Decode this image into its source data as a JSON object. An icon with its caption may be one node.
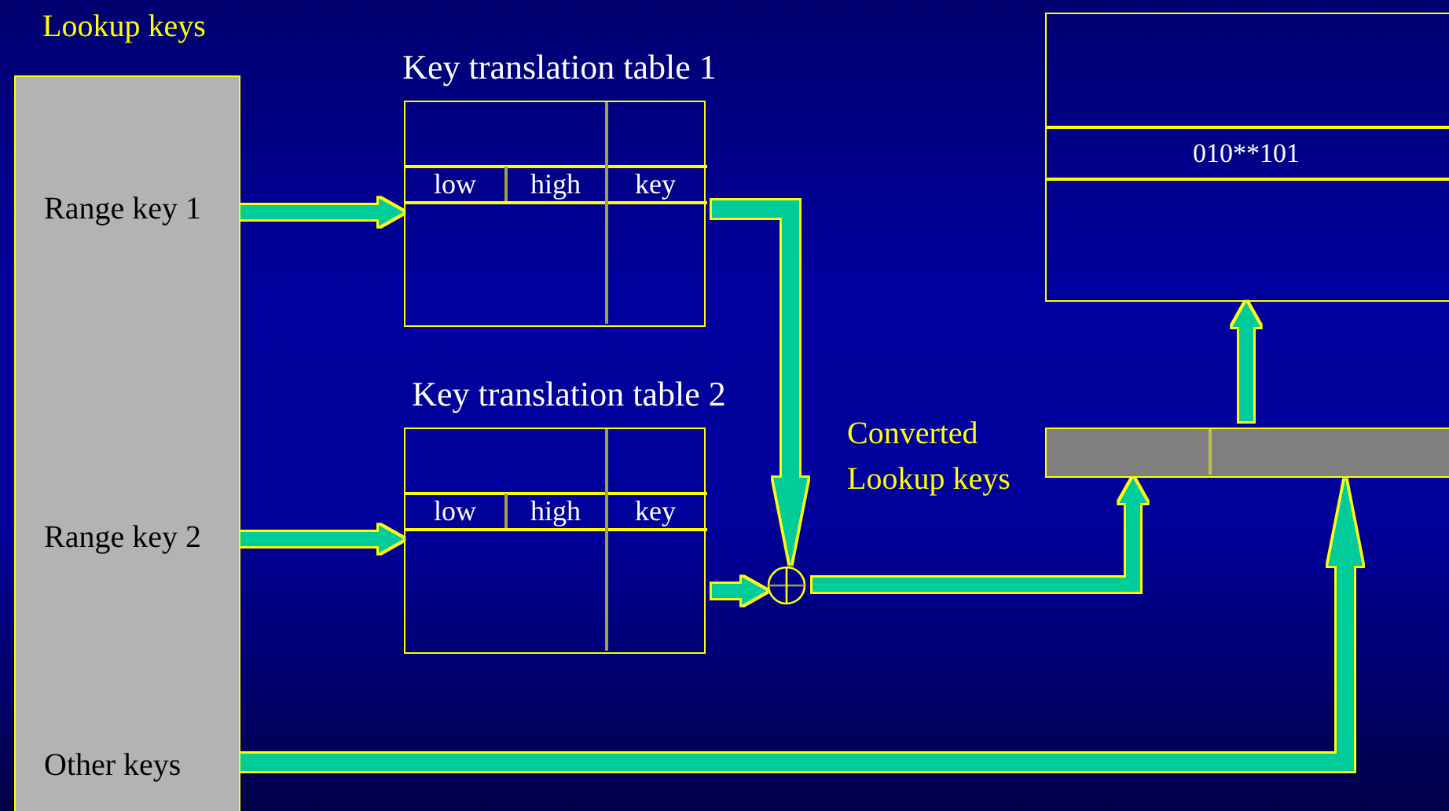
{
  "diagram": {
    "nodes": [
      {
        "text": [
          "Lookup keys"
        ]
      },
      {
        "text": [
          "Range key 1"
        ],
        "in": 0
      },
      {
        "text": [
          "Range key 2"
        ],
        "in": 0
      },
      {
        "text": [
          "Other keys"
        ],
        "in": 0
      },
      {
        "text": [
          "Key translation table 1",
          "low",
          "high",
          "key"
        ]
      },
      {
        "text": [
          "Key translation table 2",
          "low",
          "high",
          "key"
        ]
      },
      {
        "text": [],
        "shape": "circle"
      },
      {
        "text": [],
        "shape": "bar",
        "beside": [
          "Converted Lookup keys"
        ]
      },
      {
        "text": [
          "010**101"
        ]
      }
    ],
    "edges": [
      {
        "from": 1,
        "to": 4,
        "arrow": "to"
      },
      {
        "from": 2,
        "to": 5,
        "arrow": "to"
      },
      {
        "from": 4,
        "to": 6,
        "arrow": "to"
      },
      {
        "from": 5,
        "to": 6,
        "arrow": "to"
      },
      {
        "from": 6,
        "to": 7,
        "arrow": "to"
      },
      {
        "from": 3,
        "to": 7,
        "arrow": "to"
      },
      {
        "from": 7,
        "to": 8,
        "arrow": "to"
      }
    ]
  }
}
